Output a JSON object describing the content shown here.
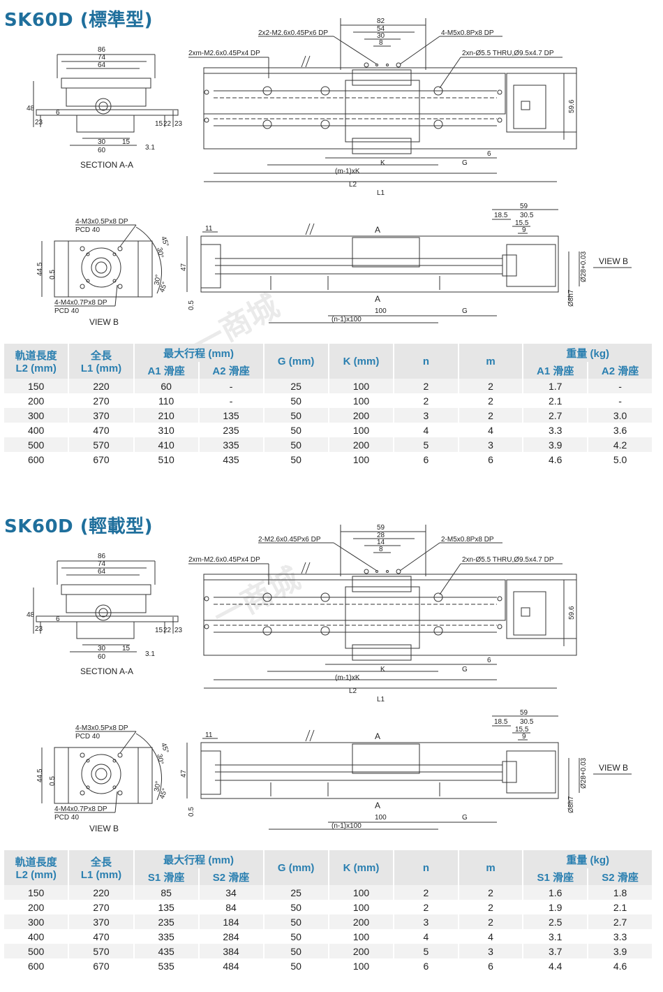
{
  "sections": [
    {
      "title": "SK60D (標準型)",
      "labels": {
        "section": "SECTION A-A",
        "view_b": "VIEW B",
        "view_b_arrow": "VIEW B",
        "a_top": "A",
        "a_bottom": "A",
        "notes": {
          "n1": "2x2-M2.6x0.45Px6 DP",
          "n2": "4-M5x0.8Px8 DP",
          "n3": "2xm-M2.6x0.45Px4 DP",
          "n4": "2xn-Ø5.5 THRU,Ø9.5x4.7 DP",
          "n5": "4-M3x0.5Px8 DP",
          "n6": "PCD 40",
          "n7": "4-M4x0.7Px8 DP",
          "n8": "PCD 40"
        },
        "dims": {
          "d86": "86",
          "d74": "74",
          "d64": "64",
          "d48": "48",
          "d23a": "23",
          "d6": "6",
          "d15a": "15",
          "d22": "22",
          "d23b": "23",
          "d30": "30",
          "d15b": "15",
          "d60": "60",
          "d31": "3.1",
          "d82": "82",
          "d54": "54",
          "d30t": "30",
          "d8": "8",
          "d596": "59.6",
          "d6r": "6",
          "dK": "K",
          "dG": "G",
          "dmK": "(m-1)xK",
          "dL2": "L2",
          "dL1": "L1",
          "d59": "59",
          "d185": "18.5",
          "d305": "30.5",
          "d155": "15.5",
          "d9": "9",
          "d11": "11",
          "d445": "44.5",
          "d05": "0.5",
          "d47": "47",
          "d05b": "0.5",
          "d100": "100",
          "dG2": "G",
          "dnx": "(n-1)x100",
          "d28": "Ø28+0.03",
          "d8h7": "Ø8h7",
          "a45a": "45°",
          "a30a": "30°",
          "a30b": "30°",
          "a45b": "45°"
        }
      },
      "table": {
        "head": {
          "c1a": "軌道長度",
          "c1b": "L2 (mm)",
          "c2a": "全長",
          "c2b": "L1 (mm)",
          "c3": "最大行程 (mm)",
          "c3a": "A1 滑座",
          "c3b": "A2 滑座",
          "c4": "G (mm)",
          "c5": "K (mm)",
          "c6": "n",
          "c7": "m",
          "c8": "重量 (kg)",
          "c8a": "A1 滑座",
          "c8b": "A2 滑座"
        },
        "rows": [
          [
            "150",
            "220",
            "60",
            "-",
            "25",
            "100",
            "2",
            "2",
            "1.7",
            "-"
          ],
          [
            "200",
            "270",
            "110",
            "-",
            "50",
            "100",
            "2",
            "2",
            "2.1",
            "-"
          ],
          [
            "300",
            "370",
            "210",
            "135",
            "50",
            "200",
            "3",
            "2",
            "2.7",
            "3.0"
          ],
          [
            "400",
            "470",
            "310",
            "235",
            "50",
            "100",
            "4",
            "4",
            "3.3",
            "3.6"
          ],
          [
            "500",
            "570",
            "410",
            "335",
            "50",
            "200",
            "5",
            "3",
            "3.9",
            "4.2"
          ],
          [
            "600",
            "670",
            "510",
            "435",
            "50",
            "100",
            "6",
            "6",
            "4.6",
            "5.0"
          ]
        ]
      }
    },
    {
      "title": "SK60D (輕載型)",
      "labels": {
        "section": "SECTION A-A",
        "view_b": "VIEW B",
        "view_b_arrow": "VIEW B",
        "a_top": "A",
        "a_bottom": "A",
        "notes": {
          "n1": "2-M2.6x0.45Px6 DP",
          "n2": "2-M5x0.8Px8 DP",
          "n3": "2xm-M2.6x0.45Px4 DP",
          "n4": "2xn-Ø5.5 THRU,Ø9.5x4.7 DP",
          "n5": "4-M3x0.5Px8 DP",
          "n6": "PCD 40",
          "n7": "4-M4x0.7Px8 DP",
          "n8": "PCD 40"
        },
        "dims": {
          "d86": "86",
          "d74": "74",
          "d64": "64",
          "d48": "48",
          "d23a": "23",
          "d6": "6",
          "d15a": "15",
          "d22": "22",
          "d23b": "23",
          "d30": "30",
          "d15b": "15",
          "d60": "60",
          "d31": "3.1",
          "d82": "59",
          "d54": "28",
          "d30t": "14",
          "d8": "8",
          "d596": "59.6",
          "d6r": "6",
          "dK": "K",
          "dG": "G",
          "dmK": "(m-1)xK",
          "dL2": "L2",
          "dL1": "L1",
          "d59": "59",
          "d185": "18.5",
          "d305": "30.5",
          "d155": "15.5",
          "d9": "9",
          "d11": "11",
          "d445": "44.5",
          "d05": "0.5",
          "d47": "47",
          "d05b": "0.5",
          "d100": "100",
          "dG2": "G",
          "dnx": "(n-1)x100",
          "d28": "Ø28+0.03",
          "d8h7": "Ø8h7",
          "a45a": "45°",
          "a30a": "30°",
          "a30b": "30°",
          "a45b": "45°"
        }
      },
      "table": {
        "head": {
          "c1a": "軌道長度",
          "c1b": "L2 (mm)",
          "c2a": "全長",
          "c2b": "L1 (mm)",
          "c3": "最大行程 (mm)",
          "c3a": "S1 滑座",
          "c3b": "S2 滑座",
          "c4": "G (mm)",
          "c5": "K (mm)",
          "c6": "n",
          "c7": "m",
          "c8": "重量 (kg)",
          "c8a": "S1 滑座",
          "c8b": "S2 滑座"
        },
        "rows": [
          [
            "150",
            "220",
            "85",
            "34",
            "25",
            "100",
            "2",
            "2",
            "1.6",
            "1.8"
          ],
          [
            "200",
            "270",
            "135",
            "84",
            "50",
            "100",
            "2",
            "2",
            "1.9",
            "2.1"
          ],
          [
            "300",
            "370",
            "235",
            "184",
            "50",
            "200",
            "3",
            "2",
            "2.5",
            "2.7"
          ],
          [
            "400",
            "470",
            "335",
            "284",
            "50",
            "100",
            "4",
            "4",
            "3.1",
            "3.3"
          ],
          [
            "500",
            "570",
            "435",
            "384",
            "50",
            "200",
            "5",
            "3",
            "3.7",
            "3.9"
          ],
          [
            "600",
            "670",
            "535",
            "484",
            "50",
            "100",
            "6",
            "6",
            "4.4",
            "4.6"
          ]
        ]
      }
    }
  ],
  "watermark": "一商城",
  "colors": {
    "title": "#1f6f9c",
    "header_text": "#2a7fb0",
    "header_bg": "#e6e6e6",
    "row_alt": "#f2f2f2",
    "line": "#333333"
  }
}
